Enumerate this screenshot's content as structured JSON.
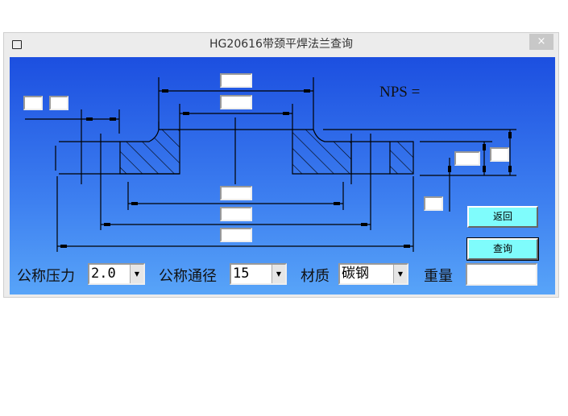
{
  "window": {
    "title": "HG20616带颈平焊法兰查询",
    "close_label": "×"
  },
  "drawing": {
    "nps_label": "NPS  ="
  },
  "buttons": {
    "back": "返回",
    "query": "查询"
  },
  "form": {
    "pressure_label": "公称压力",
    "pressure_value": "2.0",
    "diameter_label": "公称通径",
    "diameter_value": "15",
    "material_label": "材质",
    "material_value": "碳钢",
    "weight_label": "重量",
    "weight_value": ""
  }
}
